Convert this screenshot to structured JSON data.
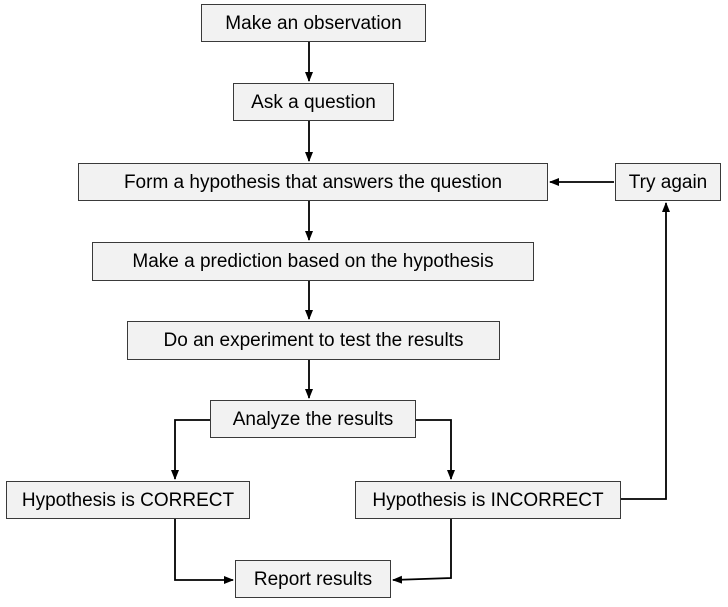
{
  "diagram": {
    "nodes": {
      "observation": "Make an observation",
      "question": "Ask a question",
      "hypothesis": "Form a hypothesis that answers the question",
      "try_again": "Try again",
      "prediction": "Make a prediction based on the hypothesis",
      "experiment": "Do an experiment to test the results",
      "analyze": "Analyze the results",
      "correct": "Hypothesis is CORRECT",
      "incorrect": "Hypothesis is INCORRECT",
      "report": "Report results"
    },
    "colors": {
      "box_fill": "#f2f2f2",
      "box_border": "#3a3a3a",
      "connector": "#000000"
    }
  }
}
